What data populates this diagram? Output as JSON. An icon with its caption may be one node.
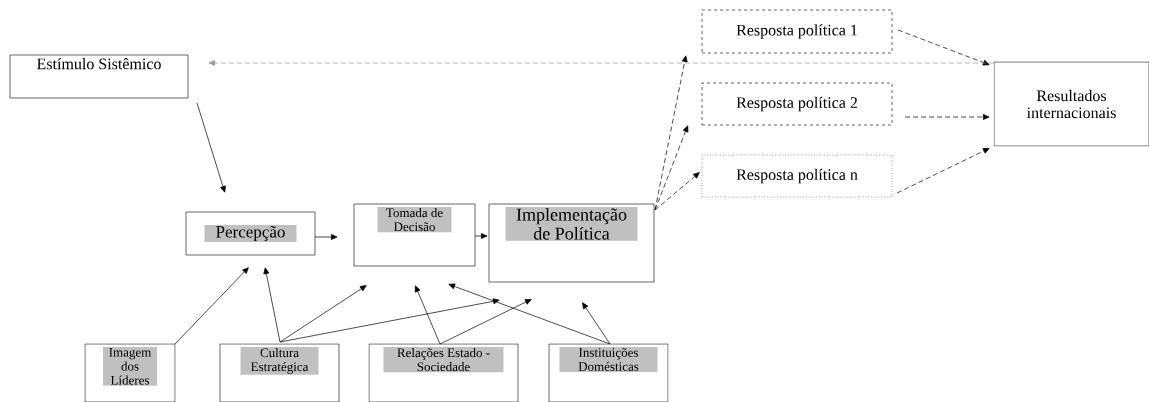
{
  "diagram": {
    "nodes": [
      {
        "text": [
          "Estímulo Sistêmico"
        ]
      },
      {
        "text": [
          "Percepção"
        ]
      },
      {
        "text": [
          "Tomada de Decisão"
        ]
      },
      {
        "text": [
          "Implementação de Política"
        ]
      },
      {
        "text": [
          "Resposta política 1"
        ]
      },
      {
        "text": [
          "Resposta política 2"
        ]
      },
      {
        "text": [
          "Resposta política n"
        ]
      },
      {
        "text": [
          "Resultados internacionais"
        ]
      },
      {
        "text": [
          "Imagem dos Líderes"
        ]
      },
      {
        "text": [
          "Cultura Estratégica"
        ]
      },
      {
        "text": [
          "Relações Estado - Sociedade"
        ]
      },
      {
        "text": [
          "Instituições Domésticas"
        ]
      }
    ],
    "edges": [
      {
        "from": 0,
        "to": 1,
        "arrow": "to"
      },
      {
        "from": 1,
        "to": 2,
        "arrow": "to"
      },
      {
        "from": 2,
        "to": 3,
        "arrow": "to"
      },
      {
        "from": 3,
        "to": 4,
        "arrow": "to",
        "style": "dashed"
      },
      {
        "from": 3,
        "to": 5,
        "arrow": "to",
        "style": "dashed"
      },
      {
        "from": 3,
        "to": 6,
        "arrow": "to",
        "style": "dashed"
      },
      {
        "from": 4,
        "to": 7,
        "arrow": "to",
        "style": "dashed"
      },
      {
        "from": 5,
        "to": 7,
        "arrow": "to",
        "style": "dashed"
      },
      {
        "from": 6,
        "to": 7,
        "arrow": "to",
        "style": "dashed"
      },
      {
        "from": 7,
        "to": 0,
        "arrow": "to",
        "style": "dashed",
        "color": "#999999"
      },
      {
        "from": 8,
        "to": 1,
        "arrow": "to"
      },
      {
        "from": 9,
        "to": 1,
        "arrow": "to"
      },
      {
        "from": 9,
        "to": 2,
        "arrow": "to"
      },
      {
        "from": 9,
        "to": 3,
        "arrow": "to"
      },
      {
        "from": 10,
        "to": 2,
        "arrow": "to"
      },
      {
        "from": 10,
        "to": 3,
        "arrow": "to"
      },
      {
        "from": 11,
        "to": 2,
        "arrow": "to"
      },
      {
        "from": 11,
        "to": 3,
        "arrow": "to"
      }
    ]
  }
}
